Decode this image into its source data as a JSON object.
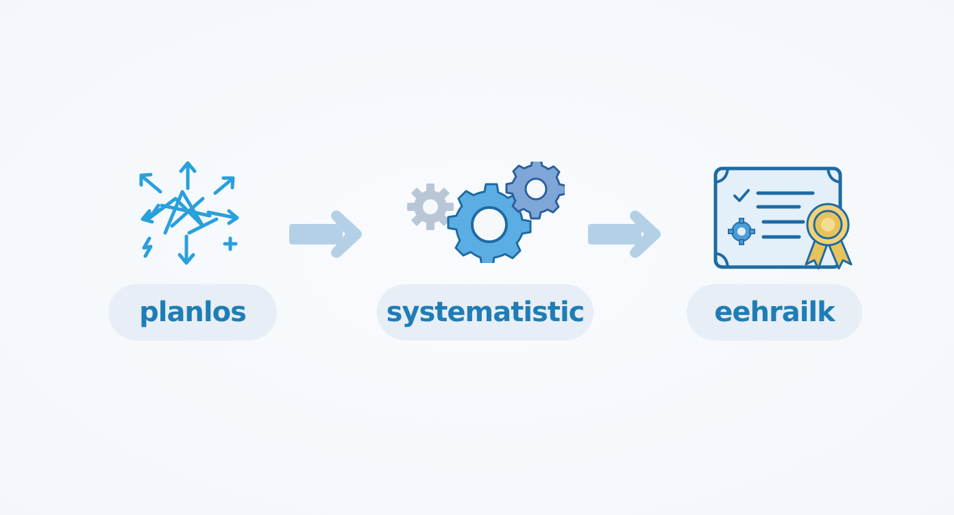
{
  "steps": [
    {
      "label": "planlos",
      "icon": "scattered-arrows-icon"
    },
    {
      "label": "systematistic",
      "icon": "gears-icon"
    },
    {
      "label": "eehrailk",
      "icon": "certificate-icon"
    }
  ],
  "connectors": [
    {
      "icon": "arrow-right-icon"
    },
    {
      "icon": "arrow-right-icon"
    }
  ],
  "colors": {
    "background": "#f6f9fc",
    "pill": "#e7eef5",
    "label": "#1f7db5",
    "icon_bright": "#29a0dc",
    "icon_mid": "#4a9fd8",
    "icon_dark": "#1e6aa3",
    "gear_grey": "#b9c6d6",
    "arrow": "#b3d0e6",
    "ribbon": "#e8c35a"
  }
}
